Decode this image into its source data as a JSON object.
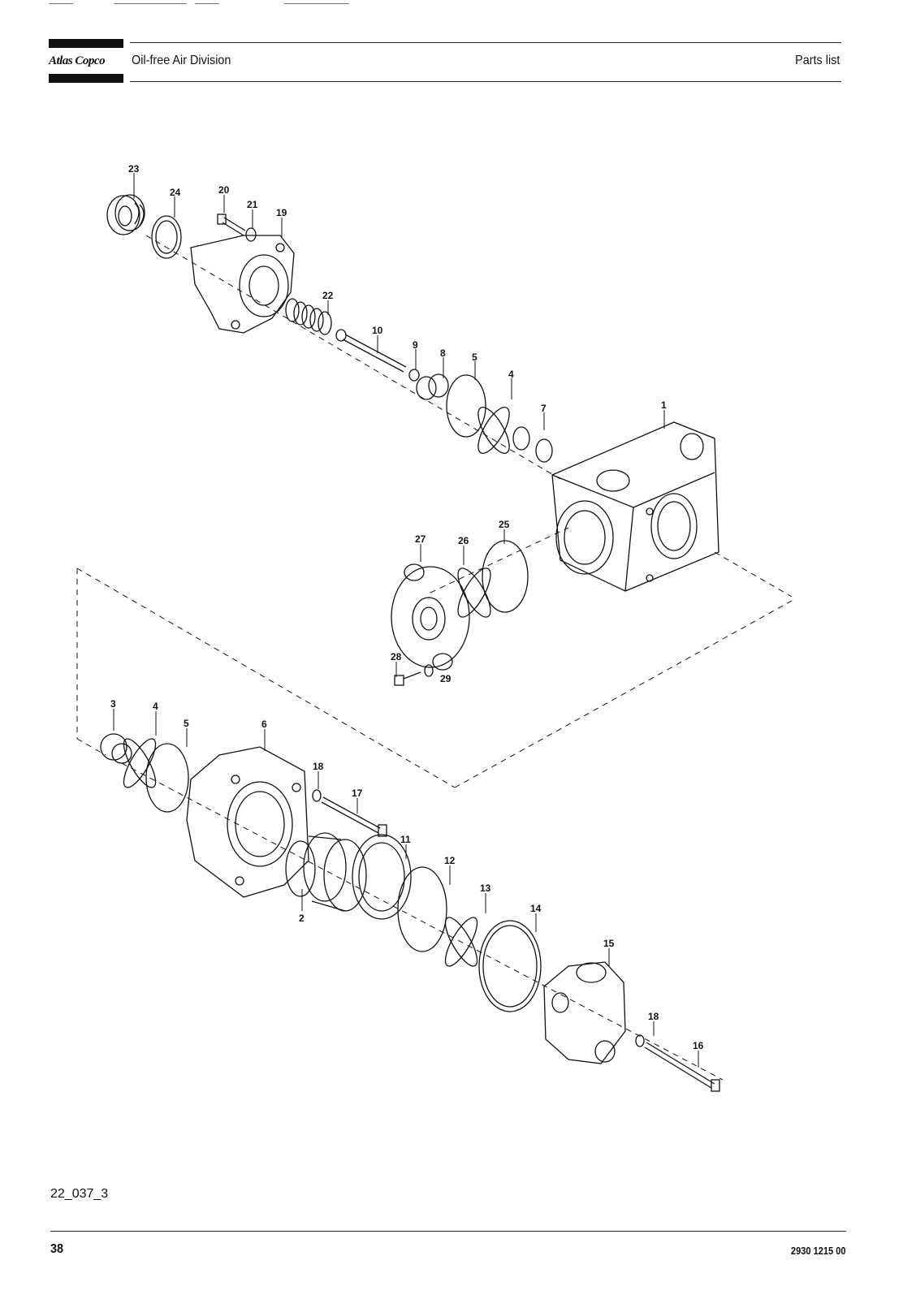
{
  "header": {
    "brand": "Atlas Copco",
    "division": "Oil-free Air Division",
    "doc_type": "Parts list"
  },
  "diagram": {
    "callouts": [
      "23",
      "24",
      "20",
      "21",
      "19",
      "22",
      "10",
      "9",
      "8",
      "5",
      "4",
      "7",
      "1",
      "25",
      "27",
      "26",
      "28",
      "29",
      "3",
      "4",
      "5",
      "6",
      "18",
      "17",
      "11",
      "2",
      "12",
      "13",
      "14",
      "15",
      "18",
      "16"
    ]
  },
  "footer": {
    "figure_id": "22_037_3",
    "page_number": "38",
    "document_number": "2930 1215 00"
  }
}
